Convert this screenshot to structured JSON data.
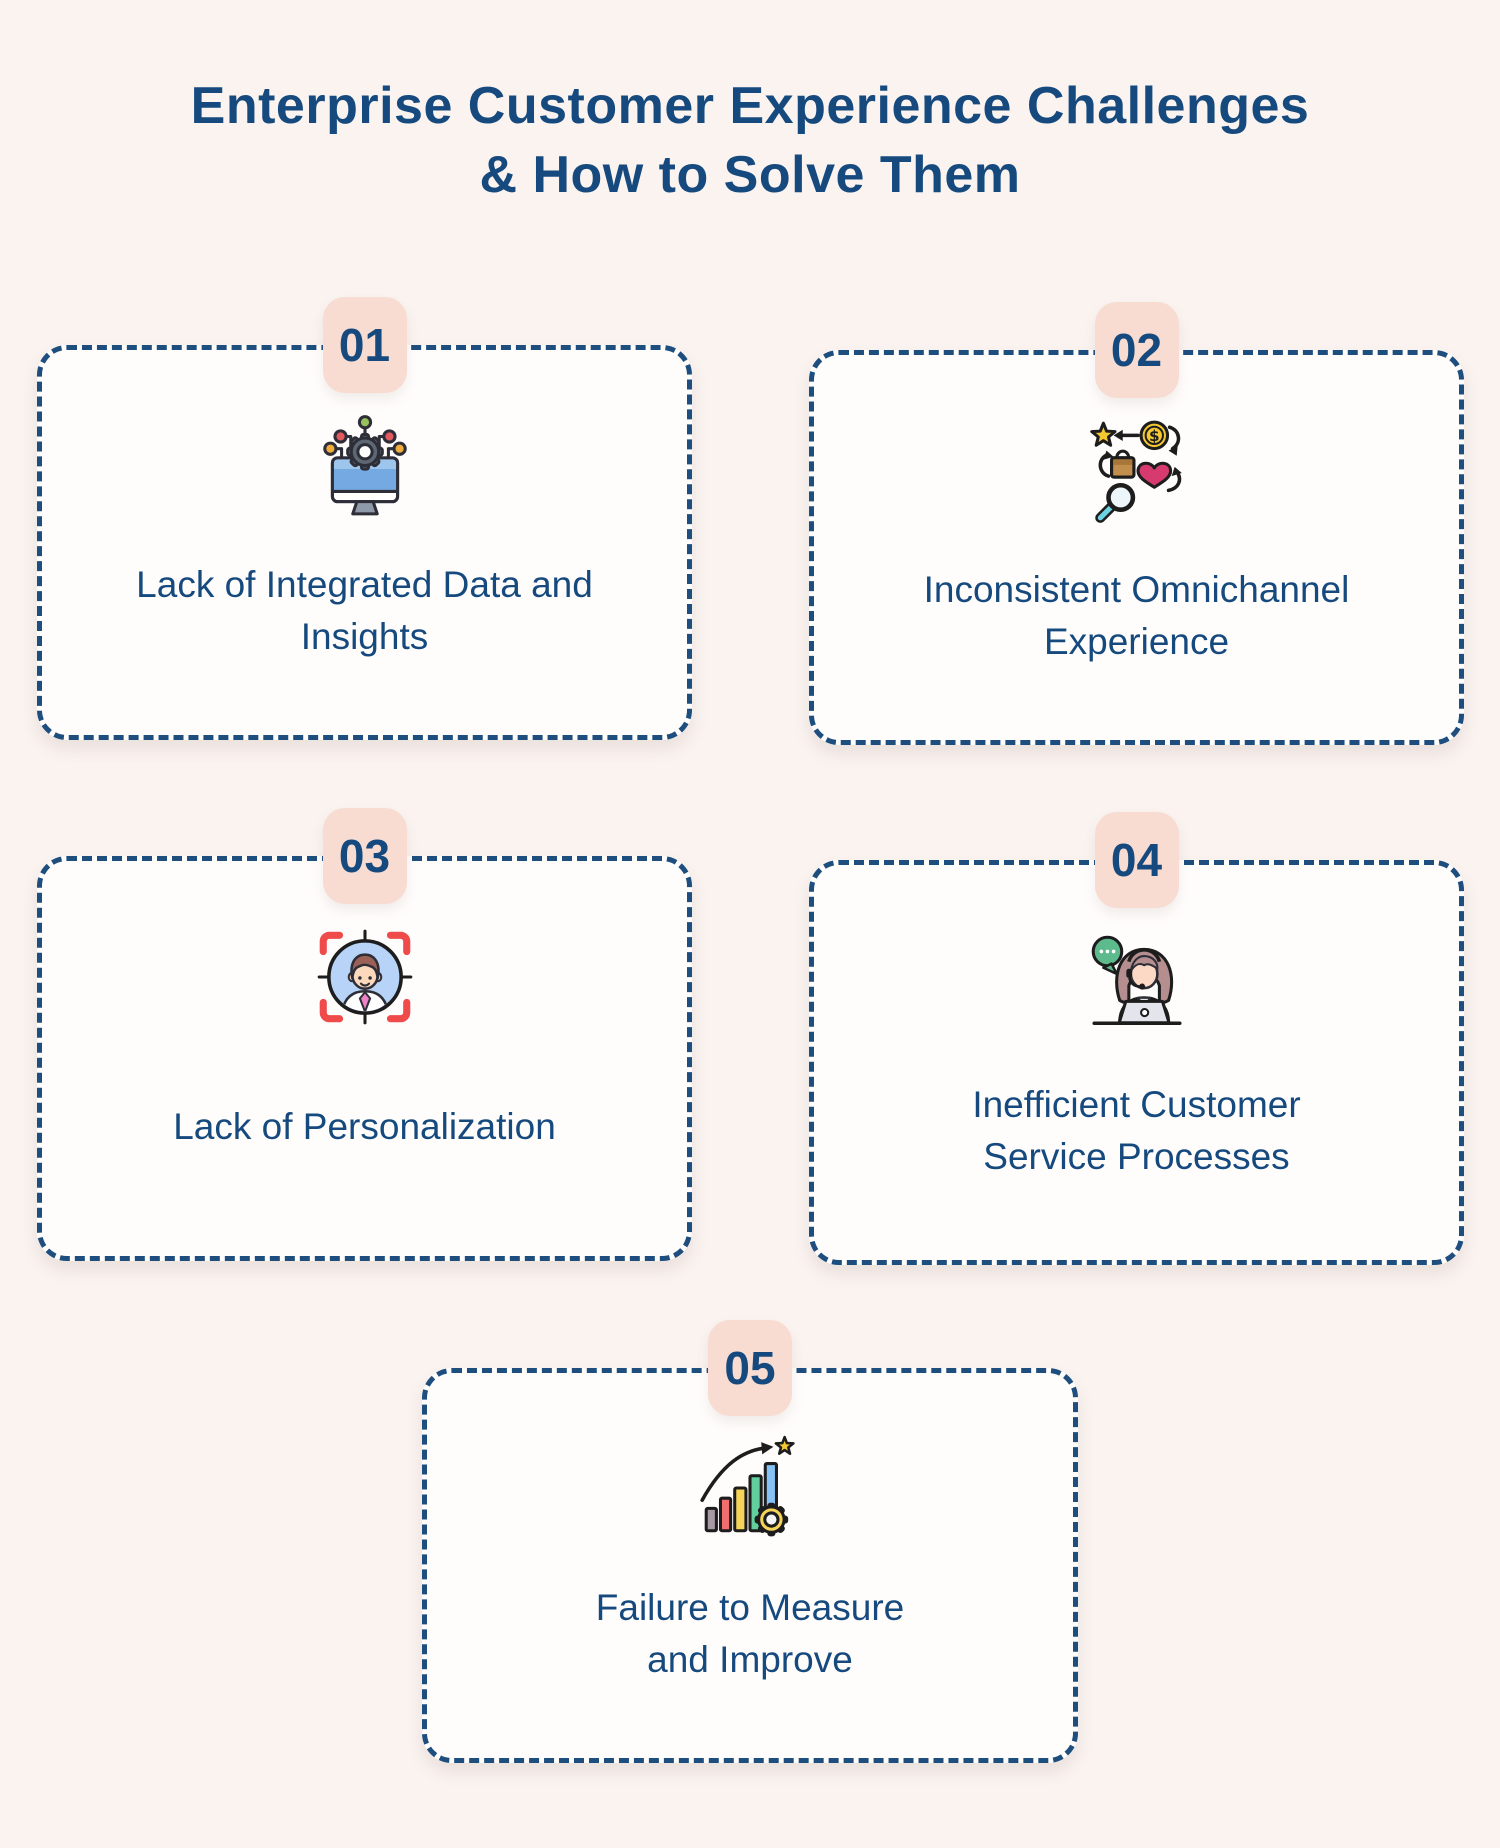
{
  "palette": {
    "background": "#faf3f0",
    "card_background": "#fffdfc",
    "dashed_border": "#1d4e7e",
    "badge_background": "#f8dcd1",
    "navy_text": "#164a7e",
    "bracket_red": "#f04b4b",
    "gold": "#f4c733",
    "green": "#5cba8c",
    "periwinkle": "#8b93dd",
    "screen_blue": "#74a9e2",
    "heart_pink": "#d63a6e"
  },
  "title": {
    "line1": "Enterprise Customer Experience Challenges",
    "line2": "& How to Solve Them"
  },
  "cards": [
    {
      "number": "01",
      "icon": "integrated-data-icon",
      "label_line1": "Lack of Integrated Data and",
      "label_line2": "Insights"
    },
    {
      "number": "02",
      "icon": "omnichannel-icon",
      "label_line1": "Inconsistent Omnichannel",
      "label_line2": "Experience"
    },
    {
      "number": "03",
      "icon": "personalization-target-icon",
      "label_line1": "Lack of Personalization"
    },
    {
      "number": "04",
      "icon": "customer-service-agent-icon",
      "label_line1": "Inefficient Customer",
      "label_line2": "Service Processes"
    },
    {
      "number": "05",
      "icon": "growth-measure-icon",
      "label_line1": "Failure to Measure",
      "label_line2": "and Improve"
    }
  ]
}
